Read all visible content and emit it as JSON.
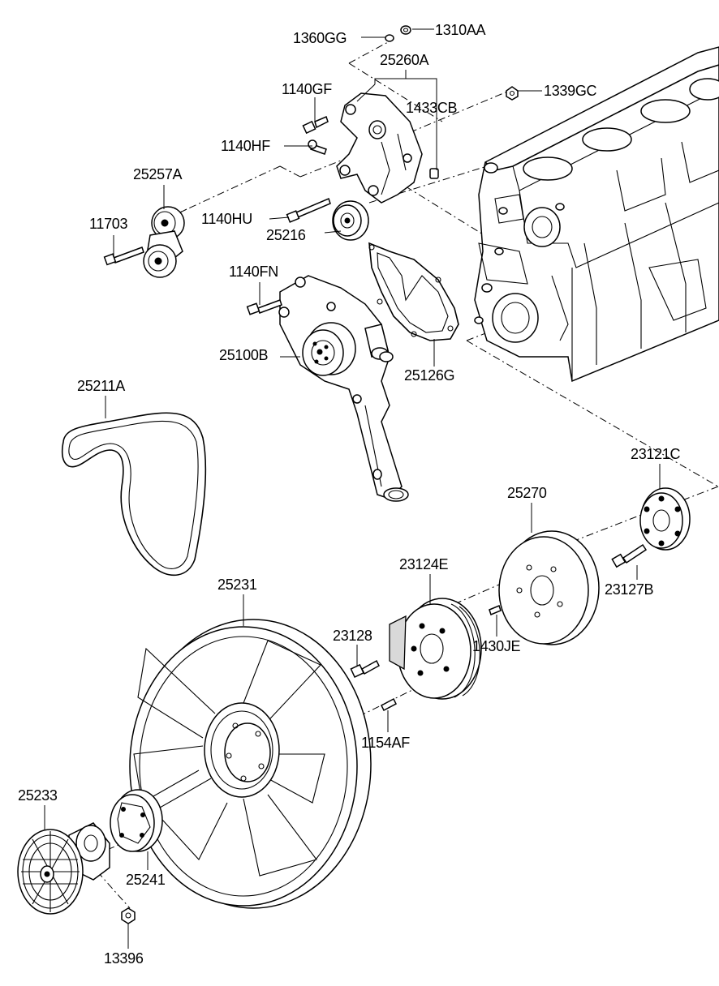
{
  "parts": [
    {
      "id": "p1310AA",
      "code": "1310AA"
    },
    {
      "id": "p1360GG",
      "code": "1360GG"
    },
    {
      "id": "p25260A",
      "code": "25260A"
    },
    {
      "id": "p1140GF",
      "code": "1140GF"
    },
    {
      "id": "p1433CB",
      "code": "1433CB"
    },
    {
      "id": "p1339GC",
      "code": "1339GC"
    },
    {
      "id": "p1140HF",
      "code": "1140HF"
    },
    {
      "id": "p25257A",
      "code": "25257A"
    },
    {
      "id": "p11703",
      "code": "11703"
    },
    {
      "id": "p1140HU",
      "code": "1140HU"
    },
    {
      "id": "p25216",
      "code": "25216"
    },
    {
      "id": "p1140FN",
      "code": "1140FN"
    },
    {
      "id": "p25100B",
      "code": "25100B"
    },
    {
      "id": "p25126G",
      "code": "25126G"
    },
    {
      "id": "p25211A",
      "code": "25211A"
    },
    {
      "id": "p23121C",
      "code": "23121C"
    },
    {
      "id": "p25270",
      "code": "25270"
    },
    {
      "id": "p23124E",
      "code": "23124E"
    },
    {
      "id": "p23127B",
      "code": "23127B"
    },
    {
      "id": "p25231",
      "code": "25231"
    },
    {
      "id": "p23128",
      "code": "23128"
    },
    {
      "id": "p1430JE",
      "code": "1430JE"
    },
    {
      "id": "p1154AF",
      "code": "1154AF"
    },
    {
      "id": "p25233",
      "code": "25233"
    },
    {
      "id": "p25241",
      "code": "25241"
    },
    {
      "id": "p13396",
      "code": "13396"
    }
  ]
}
